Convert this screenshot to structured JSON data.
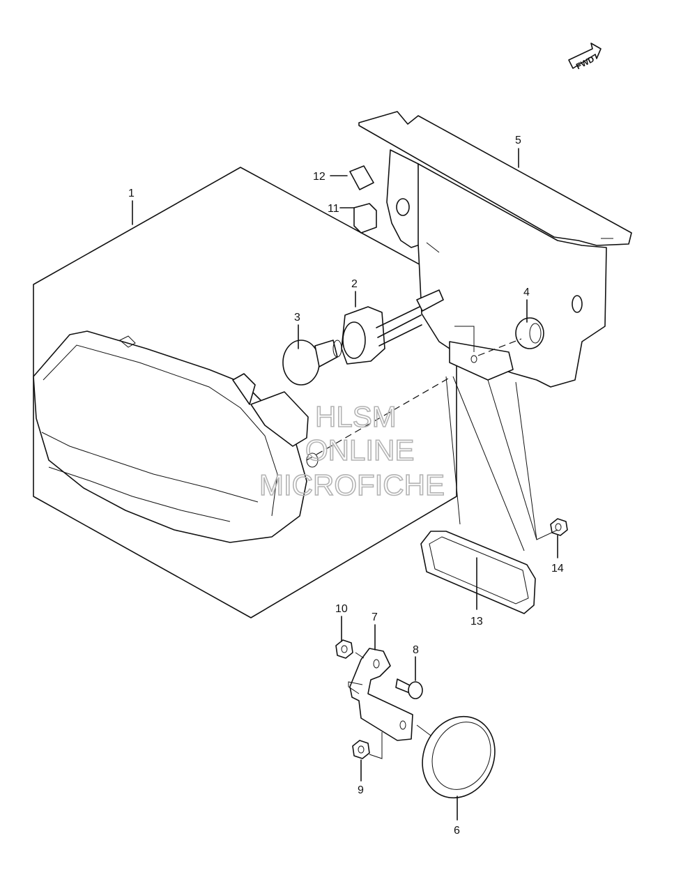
{
  "watermark": {
    "line1": "HLSM",
    "line2": "ONLINE",
    "line3": "MICROFICHE"
  },
  "direction_badge": "FWD",
  "callouts": {
    "p1": "1",
    "p2": "2",
    "p3": "3",
    "p4": "4",
    "p5": "5",
    "p6": "6",
    "p7": "7",
    "p8": "8",
    "p9": "9",
    "p10": "10",
    "p11": "11",
    "p12": "12",
    "p13": "13",
    "p14": "14"
  },
  "colors": {
    "line": "#111111",
    "watermark": "#b3b3b3",
    "background": "#ffffff"
  }
}
